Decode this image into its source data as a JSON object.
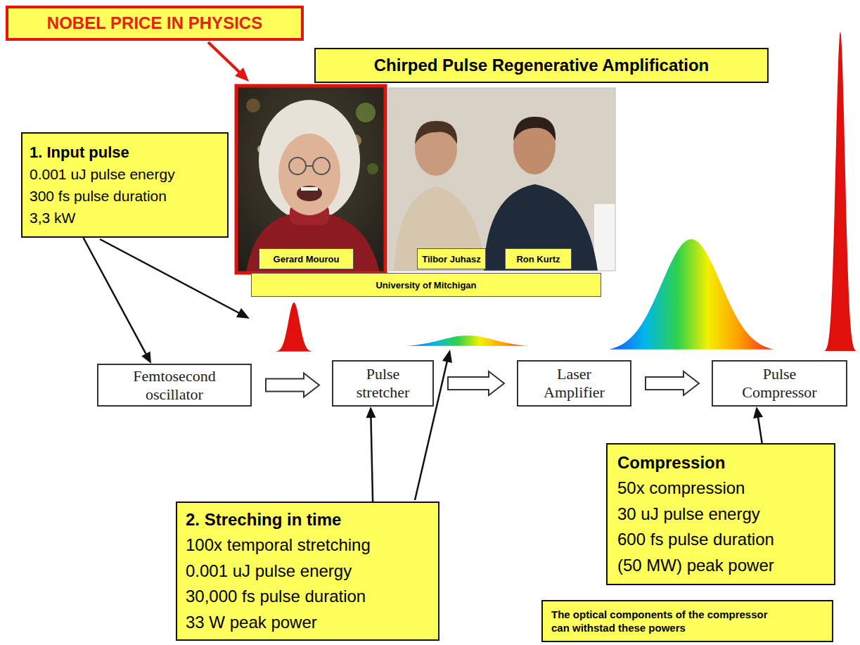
{
  "diagram": {
    "nodes": [
      {
        "text": [
          "NOBEL PRICE IN PHYSICS"
        ]
      },
      {
        "text": [
          "Chirped Pulse Regenerative Amplification"
        ]
      },
      {
        "text": [
          "1. Input pulse",
          "0.001 uJ pulse energy",
          "300 fs pulse duration",
          "3,3 kW"
        ]
      },
      {
        "text": [
          "Gerard Mourou"
        ]
      },
      {
        "text": [
          "Tilbor Juhasz"
        ]
      },
      {
        "text": [
          "Ron Kurtz"
        ]
      },
      {
        "text": [
          "University of Mitchigan"
        ]
      },
      {
        "text": [
          "Femtosecond oscillator"
        ]
      },
      {
        "text": [
          "Pulse stretcher"
        ]
      },
      {
        "text": [
          "Laser Amplifier"
        ]
      },
      {
        "text": [
          "Pulse Compressor"
        ]
      },
      {
        "text": [
          "Compression",
          "50x compression",
          "30 uJ pulse energy",
          "600 fs pulse duration",
          "(50 MW) peak power"
        ]
      },
      {
        "text": [
          "2. Streching in time",
          "100x temporal stretching",
          "0.001 uJ pulse energy",
          "30,000 fs pulse duration",
          "33 W peak power"
        ]
      },
      {
        "text": [
          "The optical components of the compressor can withstad these powers"
        ]
      }
    ],
    "edges": [
      {
        "from": 7,
        "to": 8,
        "arrow": "to"
      },
      {
        "from": 8,
        "to": 9,
        "arrow": "to"
      },
      {
        "from": 9,
        "to": 10,
        "arrow": "to"
      },
      {
        "from": 2,
        "to": 7,
        "arrow": "to"
      },
      {
        "from": 12,
        "to": 8,
        "arrow": "to"
      },
      {
        "from": 11,
        "to": 10,
        "arrow": "to"
      }
    ]
  }
}
